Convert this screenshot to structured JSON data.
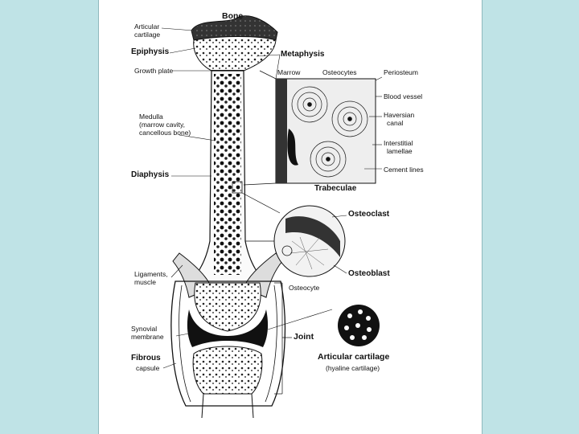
{
  "labels": {
    "bone": "Bone",
    "articular_cartilage_1": "Articular",
    "articular_cartilage_2": "cartilage",
    "epiphysis": "Epiphysis",
    "growth_plate": "Growth plate",
    "medulla_1": "Medulla",
    "medulla_2": "(marrow cavity,",
    "medulla_3": "cancellous bone)",
    "diaphysis": "Diaphysis",
    "ligaments_1": "Ligaments,",
    "ligaments_2": "muscle",
    "synovial_1": "Synovial",
    "synovial_2": "membrane",
    "fibrous_1": "Fibrous",
    "fibrous_2": "capsule",
    "metaphysis": "Metaphysis",
    "marrow": "Marrow",
    "osteocytes": "Osteocytes",
    "periosteum": "Periosteum",
    "blood_vessel": "Blood vessel",
    "haversian_1": "Haversian",
    "haversian_2": "canal",
    "interstitial_1": "Interstitial",
    "interstitial_2": "lamellae",
    "cement_lines": "Cement lines",
    "trabeculae": "Trabeculae",
    "osteoclast": "Osteoclast",
    "osteoblast": "Osteoblast",
    "osteocyte": "Osteocyte",
    "joint": "Joint",
    "articular_cartilage_title": "Articular cartilage",
    "hyaline_cartilage": "(hyaline cartilage)"
  },
  "colors": {
    "background": "#bfe3e6",
    "page": "#ffffff",
    "ink": "#111111"
  }
}
